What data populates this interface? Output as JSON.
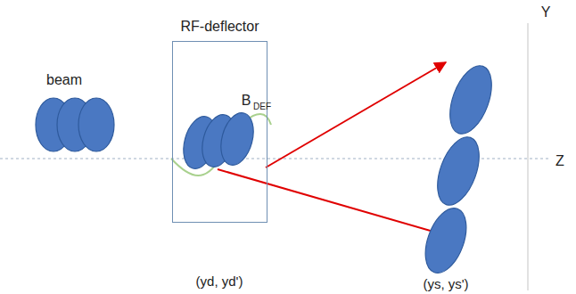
{
  "diagram": {
    "nodes": [
      {
        "text": [
          "RF-deflector"
        ]
      }
    ],
    "labels": [
      "beam",
      "B",
      "DEF",
      "Y",
      "Z",
      "(yd, yd')",
      "(ys, ys')"
    ]
  }
}
